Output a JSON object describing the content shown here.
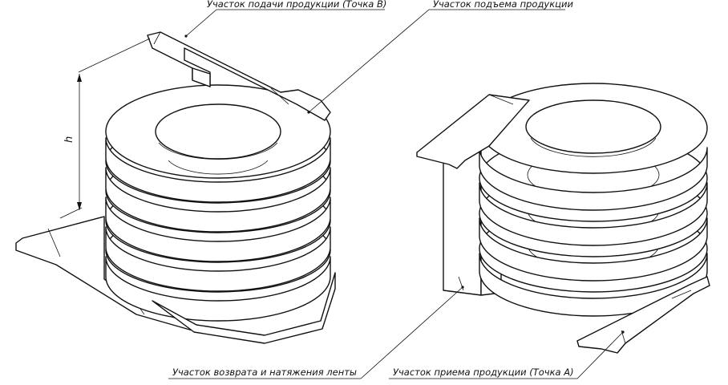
{
  "labels": {
    "feed_section": "Участок подачи продукции (Точка В)",
    "lift_section": "Участок подъема продукции",
    "return_section": "Участок возврата и натяжения ленты",
    "receive_section": "Участок приема продукции (Точка А)",
    "height_symbol": "h"
  }
}
